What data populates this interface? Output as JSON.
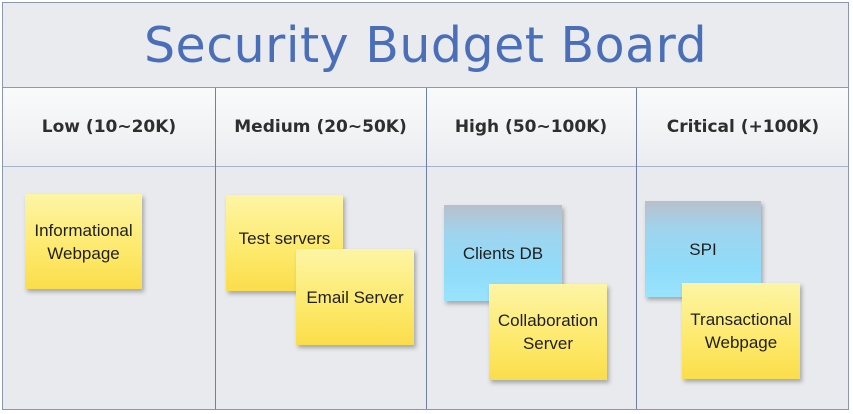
{
  "board": {
    "title": "Security Budget Board",
    "columns": [
      {
        "header": "Low (10~20K)"
      },
      {
        "header": "Medium (20~50K)"
      },
      {
        "header": "High (50~100K)"
      },
      {
        "header": "Critical (+100K)"
      }
    ],
    "notes": [
      {
        "text": "Informational\nWebpage",
        "color": "yellow",
        "column": "Low (10~20K)"
      },
      {
        "text": "Test servers",
        "color": "yellow",
        "column": "Medium (20~50K)"
      },
      {
        "text": "Email Server",
        "color": "yellow",
        "column": "Medium (20~50K)"
      },
      {
        "text": "Clients DB",
        "color": "blue",
        "column": "High (50~100K)"
      },
      {
        "text": "Collaboration\nServer",
        "color": "yellow",
        "column": "High (50~100K)"
      },
      {
        "text": "SPI",
        "color": "blue",
        "column": "Critical (+100K)"
      },
      {
        "text": "Transactional\nWebpage",
        "color": "yellow",
        "column": "Critical (+100K)"
      }
    ]
  },
  "colors": {
    "title_text": "#4a6fb8",
    "board_background": "#e8eaee",
    "sticky_yellow": "#fde96a",
    "sticky_blue": "#8fdcfa"
  }
}
